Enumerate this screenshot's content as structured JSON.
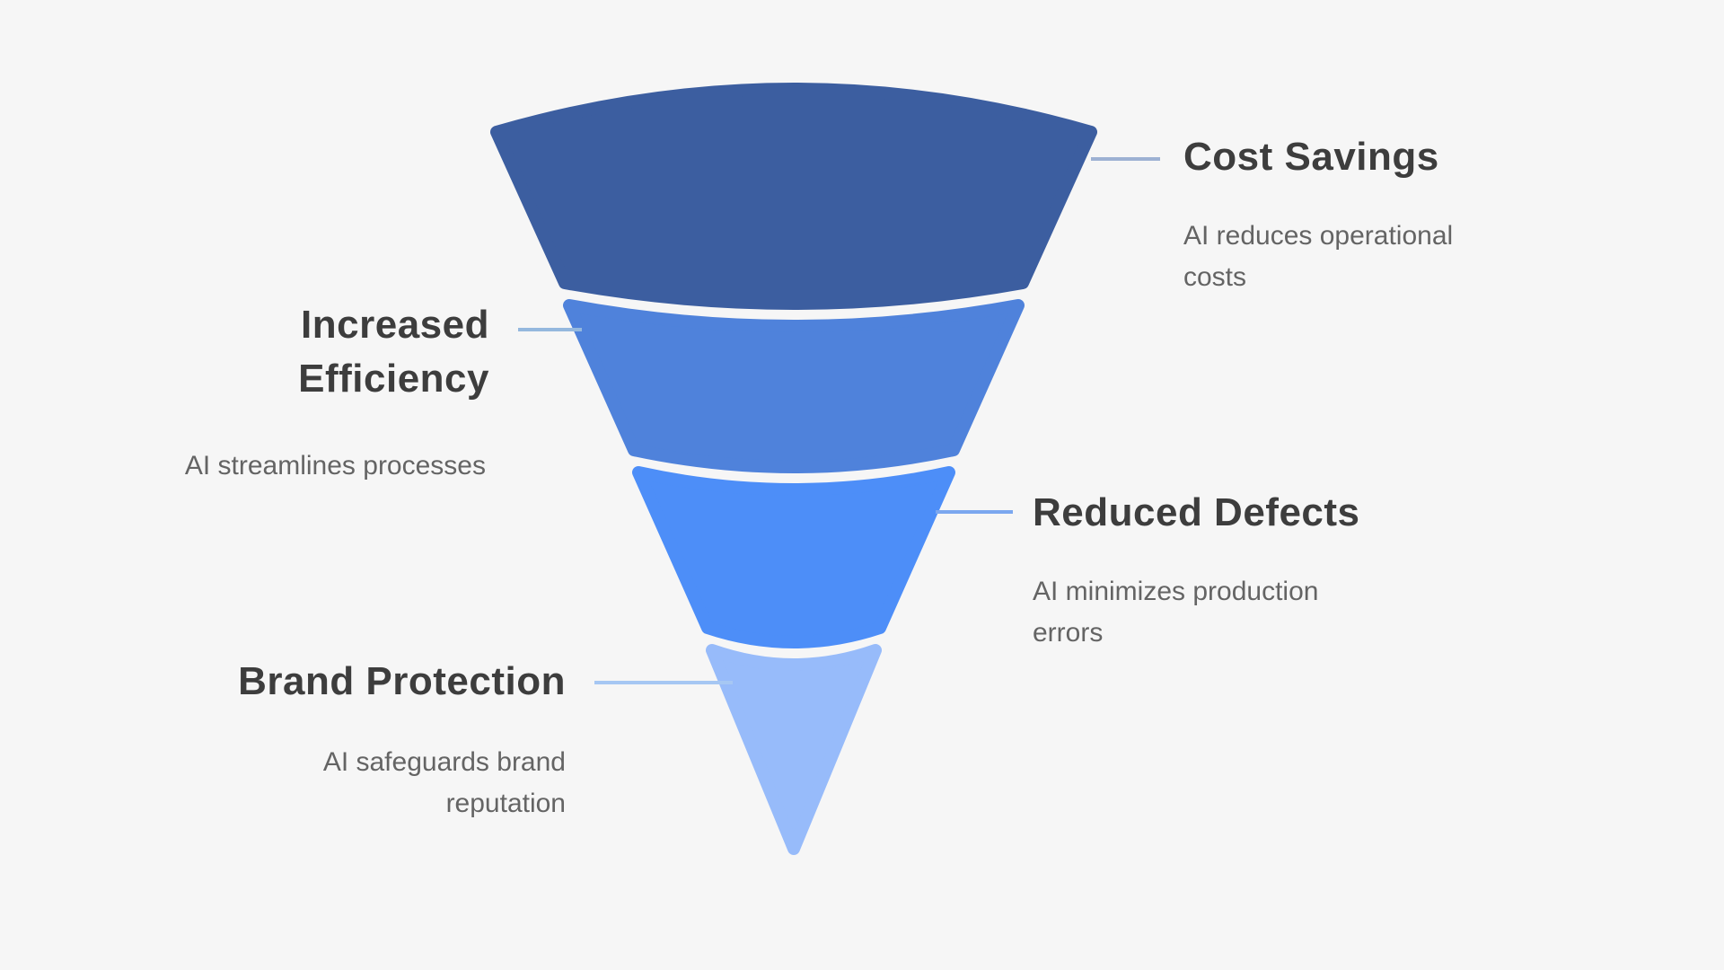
{
  "diagram": {
    "type": "funnel-infographic",
    "background_color": "#f6f6f6",
    "title_text_color": "#3d3d3d",
    "description_text_color": "#646464",
    "levels": [
      {
        "title": "Cost Savings",
        "description": "AI reduces operational costs",
        "segment_color": "#3c5ea0",
        "connector_color": "#9db1d3",
        "label_side": "right"
      },
      {
        "title": "Increased Efficiency",
        "description": "AI streamlines processes",
        "segment_color": "#4f82db",
        "connector_color": "#94b8de",
        "label_side": "left"
      },
      {
        "title": "Reduced Defects",
        "description": "AI minimizes production errors",
        "segment_color": "#4d8ef8",
        "connector_color": "#7ba7ef",
        "label_side": "right"
      },
      {
        "title": "Brand Protection",
        "description": "AI safeguards brand reputation",
        "segment_color": "#97bbfa",
        "connector_color": "#a6c7f3",
        "label_side": "left"
      }
    ]
  }
}
